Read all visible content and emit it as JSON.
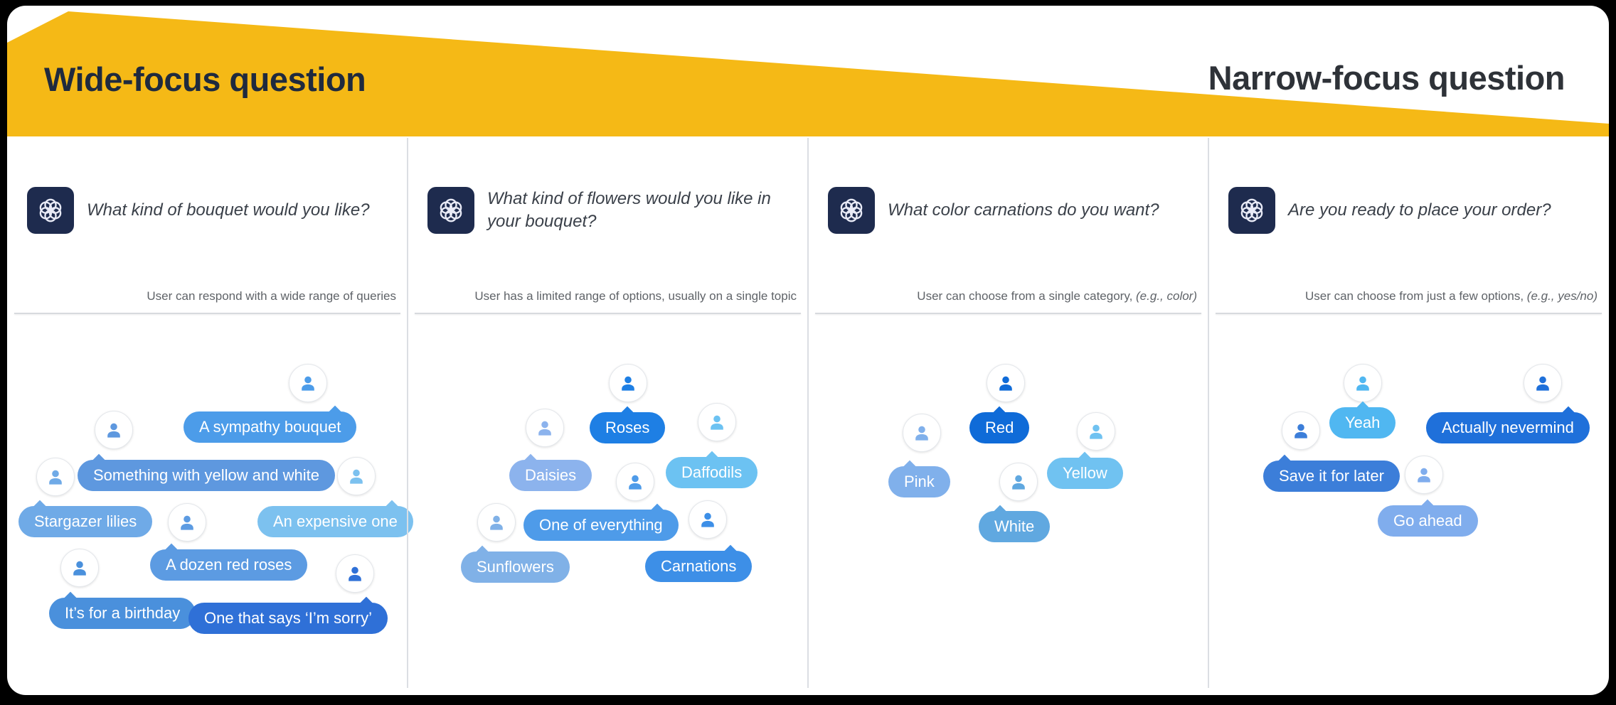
{
  "banner": {
    "left_label": "Wide-focus question",
    "right_label": "Narrow-focus question",
    "wedge_color": "#F5B916",
    "left_color": "#1F2A3E",
    "right_color": "#2E3238"
  },
  "columns": [
    {
      "question": "What kind of bouquet would you like?",
      "caption": "User can respond with a wide range of queries",
      "caption_note": "",
      "bubbles": [
        {
          "label": "A sympathy bouquet",
          "color": "#4C9CE9"
        },
        {
          "label": "Something with yellow and white",
          "color": "#5E98DF"
        },
        {
          "label": "Stargazer lilies",
          "color": "#6FAAE7"
        },
        {
          "label": "An expensive one",
          "color": "#7CC1EF"
        },
        {
          "label": "A dozen red roses",
          "color": "#5C9BE2"
        },
        {
          "label": "It’s for a birthday",
          "color": "#4A90DC"
        },
        {
          "label": "One that says ‘I’m sorry’",
          "color": "#2F70D7"
        }
      ]
    },
    {
      "question": "What kind of flowers would you like in your bouquet?",
      "caption": "User has a limited range of options, usually on a single topic",
      "caption_note": "",
      "bubbles": [
        {
          "label": "Roses",
          "color": "#1E7FE4"
        },
        {
          "label": "Daisies",
          "color": "#8CB3ED"
        },
        {
          "label": "Daffodils",
          "color": "#6CC2F2"
        },
        {
          "label": "One of everything",
          "color": "#4E9BE9"
        },
        {
          "label": "Sunflowers",
          "color": "#80B1E7"
        },
        {
          "label": "Carnations",
          "color": "#3D8FE7"
        }
      ]
    },
    {
      "question": "What color carnations do you want?",
      "caption": "User can choose from a single category,",
      "caption_note": " (e.g., color)",
      "bubbles": [
        {
          "label": "Red",
          "color": "#0F6BD8"
        },
        {
          "label": "Pink",
          "color": "#80B0EB"
        },
        {
          "label": "Yellow",
          "color": "#70C2F1"
        },
        {
          "label": "White",
          "color": "#60A8E0"
        }
      ]
    },
    {
      "question": "Are you ready to place your order?",
      "caption": "User can choose from just a few options,",
      "caption_note": " (e.g., yes/no)",
      "bubbles": [
        {
          "label": "Yeah",
          "color": "#50B7F1"
        },
        {
          "label": "Actually nevermind",
          "color": "#1F70DA"
        },
        {
          "label": "Save it for later",
          "color": "#3C7ED9"
        },
        {
          "label": "Go ahead",
          "color": "#80ADED"
        }
      ]
    }
  ]
}
